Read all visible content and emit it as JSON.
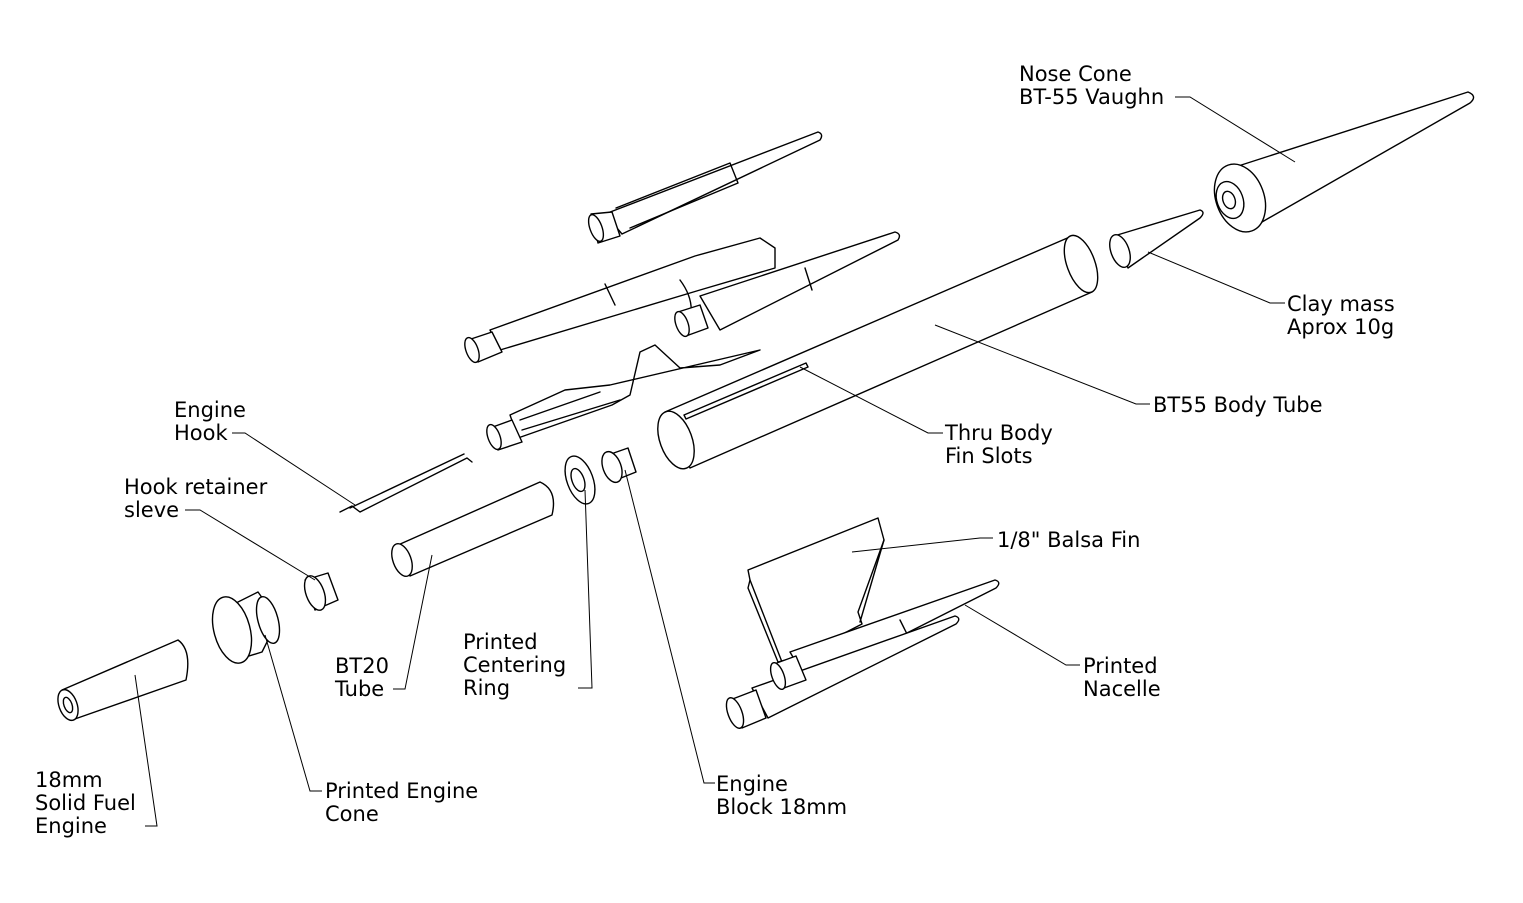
{
  "labels": {
    "nose_cone": [
      "Nose Cone",
      "BT-55 Vaughn"
    ],
    "clay_mass": [
      "Clay mass",
      "Aprox 10g"
    ],
    "body_tube": [
      "BT55 Body Tube"
    ],
    "fin_slots": [
      "Thru Body",
      "Fin Slots"
    ],
    "engine_hook": [
      "Engine",
      "Hook"
    ],
    "hook_retainer": [
      "Hook retainer",
      "sleve"
    ],
    "balsa_fin": [
      "1/8\" Balsa Fin"
    ],
    "bt20_tube": [
      "BT20",
      "Tube"
    ],
    "centering_ring": [
      "Printed",
      "Centering",
      "Ring"
    ],
    "nacelle": [
      "Printed",
      "Nacelle"
    ],
    "engine": [
      "18mm",
      "Solid Fuel",
      "Engine"
    ],
    "engine_cone": [
      "Printed Engine",
      "Cone"
    ],
    "engine_block": [
      "Engine",
      "Block 18mm"
    ]
  }
}
